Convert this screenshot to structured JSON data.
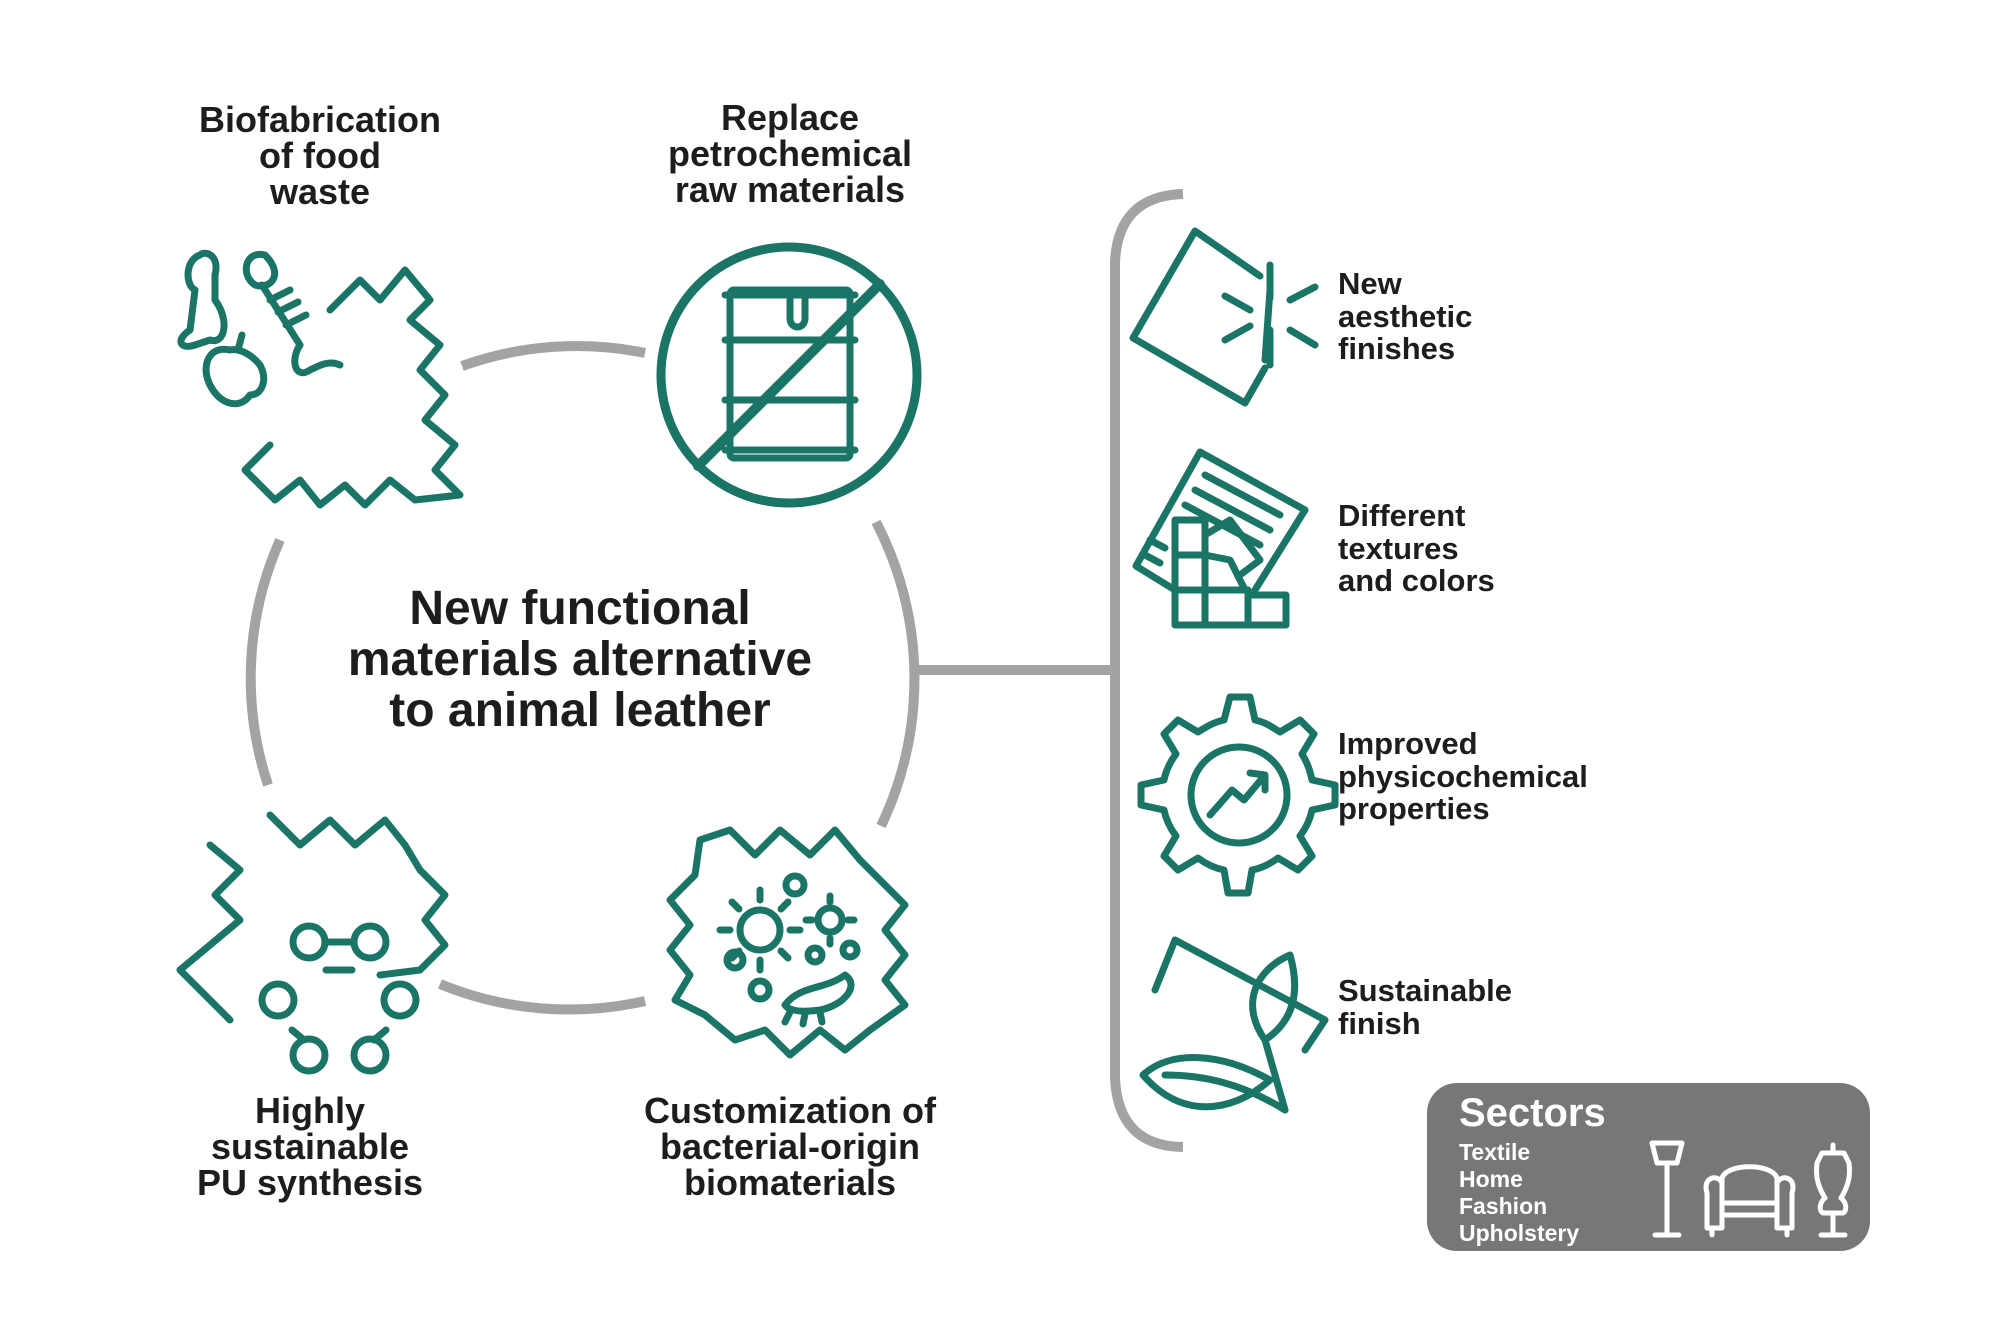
{
  "center": {
    "lines": [
      "New functional",
      "materials alternative",
      "to animal leather"
    ]
  },
  "nodes": [
    {
      "lines": [
        "Biofabrication",
        "of food",
        "waste"
      ],
      "icon": "food-waste-puzzle-icon"
    },
    {
      "lines": [
        "Replace",
        "petrochemical",
        "raw materials"
      ],
      "icon": "no-barrel-icon"
    },
    {
      "lines": [
        "Highly",
        "sustainable",
        "PU synthesis"
      ],
      "icon": "polymer-puzzle-icon"
    },
    {
      "lines": [
        "Customization of",
        "bacterial-origin",
        "biomaterials"
      ],
      "icon": "bacteria-puzzle-icon"
    }
  ],
  "outcomes": [
    {
      "lines": [
        "New",
        "aesthetic",
        "finishes"
      ],
      "icon": "sparkle-tile-icon"
    },
    {
      "lines": [
        "Different",
        "textures",
        "and colors"
      ],
      "icon": "swatch-fan-icon"
    },
    {
      "lines": [
        "Improved",
        "physicochemical",
        "properties"
      ],
      "icon": "gear-chart-icon"
    },
    {
      "lines": [
        "Sustainable",
        "finish"
      ],
      "icon": "leaf-tile-icon"
    }
  ],
  "sectors": {
    "title": "Sectors",
    "items": [
      "Textile",
      "Home",
      "Fashion",
      "Upholstery"
    ],
    "icons": [
      "lamp-icon",
      "armchair-icon",
      "mannequin-icon"
    ]
  },
  "colors": {
    "accent": "#1a7566",
    "connector": "#a3a3a3",
    "text": "#1d1d1b",
    "sectors_bg": "#777777"
  }
}
